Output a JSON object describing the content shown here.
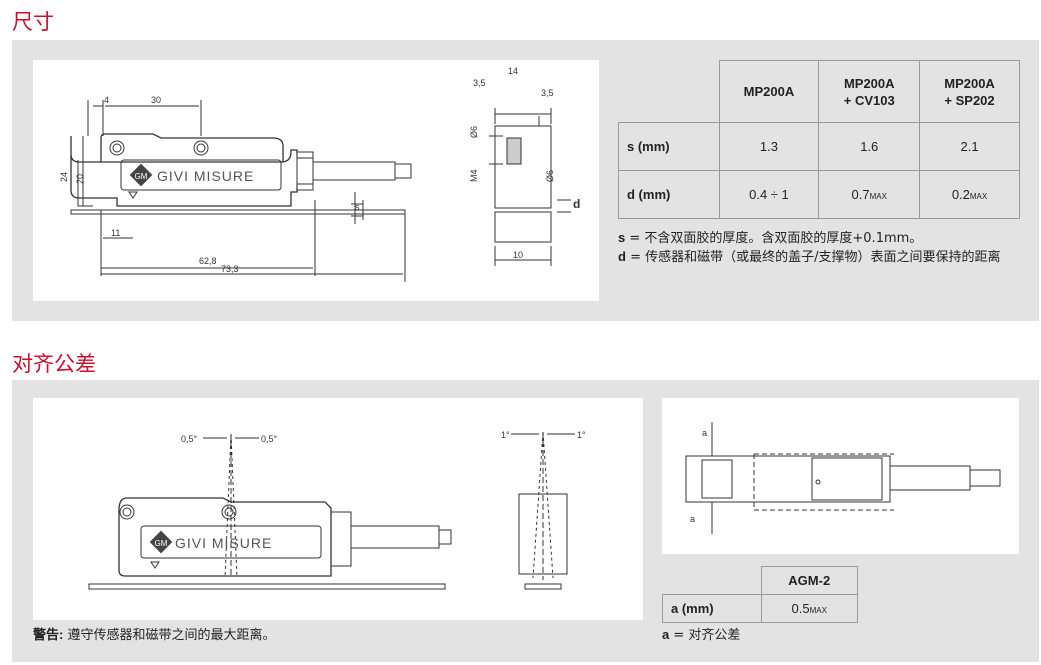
{
  "section1": {
    "title": "尺寸",
    "dims": {
      "d4": "4",
      "d30": "30",
      "d24": "24",
      "d20": "20",
      "d11": "11",
      "d628": "62,8",
      "d733": "73,3",
      "s": "s",
      "d35a": "3,5",
      "d14": "14",
      "d35b": "3,5",
      "phi6a": "Ø6",
      "m4": "M4",
      "phi6b": "Ø6",
      "d": "d",
      "d10": "10"
    },
    "brand": "GIVI MISURE",
    "logo_text": "GM",
    "table": {
      "headers": [
        {
          "line1": "MP200A",
          "line2": ""
        },
        {
          "line1": "MP200A",
          "line2": "+ CV103"
        },
        {
          "line1": "MP200A",
          "line2": "+ SP202"
        }
      ],
      "rows": [
        {
          "label": "s (mm)",
          "values": [
            "1.3",
            "1.6",
            "2.1"
          ]
        },
        {
          "label": "d (mm)",
          "values": [
            "0.4 ÷ 1",
            "0.7",
            "0.2"
          ],
          "subs": [
            "",
            "MAX",
            "MAX"
          ]
        }
      ]
    },
    "note1_key": "s",
    "note1_text": " = 不含双面胶的厚度。含双面胶的厚度+0.1mm。",
    "note2_key": "d",
    "note2_text": " = 传感器和磁带（或最终的盖子/支撑物）表面之间要保持的距离"
  },
  "section2": {
    "title": "对齐公差",
    "angles": {
      "left": "0,5°",
      "right": "0,5°",
      "side_left": "1°",
      "side_right": "1°"
    },
    "a_label": "a",
    "table": {
      "header": "AGM-2",
      "row_label": "a (mm)",
      "value": "0.5",
      "value_sub": "MAX"
    },
    "legend_key": "a",
    "legend_text": " = 对齐公差",
    "warning_key": "警告:",
    "warning_text": " 遵守传感器和磁带之间的最大距离。"
  },
  "colors": {
    "accent": "#c8102e",
    "panel": "#e3e3e3"
  }
}
